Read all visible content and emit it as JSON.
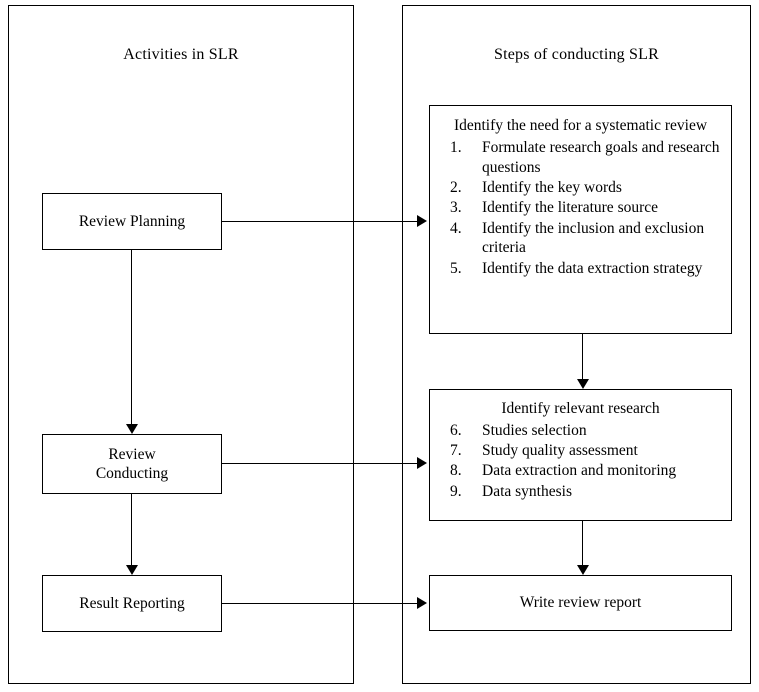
{
  "diagram": {
    "panels": [
      {
        "id": "activities",
        "title": "Activities in SLR"
      },
      {
        "id": "steps",
        "title": "Steps of conducting SLR"
      }
    ],
    "activities": [
      {
        "id": "review-planning",
        "lines": [
          "Review Planning"
        ]
      },
      {
        "id": "review-conducting",
        "lines": [
          "Review",
          "Conducting"
        ]
      },
      {
        "id": "result-reporting",
        "lines": [
          "Result Reporting"
        ]
      }
    ],
    "steps": [
      {
        "id": "identify-need",
        "heading": "Identify the need for a systematic review",
        "items": [
          {
            "num": "1.",
            "text": "Formulate research goals and research questions"
          },
          {
            "num": "2.",
            "text": "Identify the key words"
          },
          {
            "num": "3.",
            "text": "Identify the literature source"
          },
          {
            "num": "4.",
            "text": "Identify the inclusion and exclusion criteria"
          },
          {
            "num": "5.",
            "text": "Identify the data extraction strategy"
          }
        ]
      },
      {
        "id": "identify-relevant-research",
        "heading": "Identify relevant research",
        "items": [
          {
            "num": "6.",
            "text": "Studies selection"
          },
          {
            "num": "7.",
            "text": "Study quality assessment"
          },
          {
            "num": "8.",
            "text": "Data extraction and monitoring"
          },
          {
            "num": "9.",
            "text": "Data synthesis"
          }
        ]
      },
      {
        "id": "write-review-report",
        "heading": "Write review report",
        "items": []
      }
    ],
    "colors": {
      "stroke": "#000000",
      "background": "#ffffff",
      "text": "#000000"
    }
  }
}
